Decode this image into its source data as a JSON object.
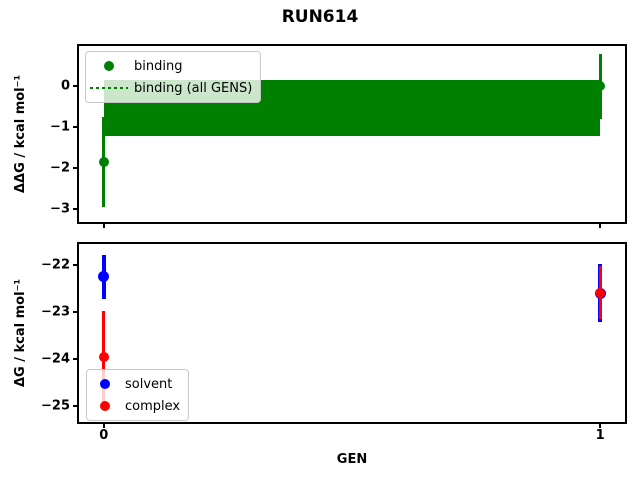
{
  "figure": {
    "title": "RUN614",
    "xlabel": "GEN",
    "background": "#ffffff"
  },
  "chart_data": [
    {
      "type": "scatter",
      "panel": "ddg-binding",
      "ylabel": "ΔΔG / kcal mol⁻¹",
      "xlim": [
        -0.05,
        1.05
      ],
      "ylim": [
        -3.33,
        0.99
      ],
      "grid": false,
      "xticks": {
        "values": [
          0,
          1
        ],
        "labels": [
          "0",
          "1"
        ],
        "show_labels": false
      },
      "yticks": {
        "values": [
          0,
          -1,
          -2,
          -3
        ],
        "labels": [
          "0",
          "−1",
          "−2",
          "−3"
        ]
      },
      "series": [
        {
          "name": "binding",
          "color": "#008000",
          "marker": "circle",
          "marker_size": 10,
          "line_width": 3,
          "x": [
            0,
            1
          ],
          "y": [
            -1.85,
            0.0
          ],
          "err_lo": [
            -2.95,
            -0.8
          ],
          "err_hi": [
            -0.75,
            0.8
          ]
        }
      ],
      "band": {
        "name": "binding (all GENS)",
        "color": "#008000",
        "x_range": [
          0,
          1
        ],
        "y_lo": -1.21,
        "y_hi": 0.16,
        "center": -0.53,
        "center_linestyle": "dotted"
      },
      "legend": {
        "position": "upper-left",
        "items": [
          {
            "label": "binding",
            "marker": "dot",
            "color": "#008000"
          },
          {
            "label": "binding (all GENS)",
            "marker": "dotted-line",
            "color": "#008000"
          }
        ]
      }
    },
    {
      "type": "scatter",
      "panel": "dg",
      "ylabel": "ΔG / kcal mol⁻¹",
      "xlim": [
        -0.05,
        1.05
      ],
      "ylim": [
        -25.35,
        -21.55
      ],
      "grid": false,
      "xticks": {
        "values": [
          0,
          1
        ],
        "labels": [
          "0",
          "1"
        ],
        "show_labels": true
      },
      "yticks": {
        "values": [
          -22,
          -23,
          -24,
          -25
        ],
        "labels": [
          "−22",
          "−23",
          "−24",
          "−25"
        ]
      },
      "series": [
        {
          "name": "solvent",
          "color": "#0000ff",
          "marker": "circle",
          "marker_size": 11,
          "line_width": 4,
          "x": [
            0,
            1
          ],
          "y": [
            -22.25,
            -22.6
          ],
          "err_lo": [
            -22.72,
            -23.21
          ],
          "err_hi": [
            -21.78,
            -21.97
          ]
        },
        {
          "name": "complex",
          "color": "#ff0000",
          "marker": "circle",
          "marker_size": 10,
          "line_width": 3,
          "x": [
            0,
            1
          ],
          "y": [
            -23.97,
            -22.6
          ],
          "err_lo": [
            -25.1,
            -23.16
          ],
          "err_hi": [
            -22.97,
            -22.02
          ]
        }
      ],
      "legend": {
        "position": "lower-left",
        "items": [
          {
            "label": "solvent",
            "marker": "dot",
            "color": "#0000ff"
          },
          {
            "label": "complex",
            "marker": "dot",
            "color": "#ff0000"
          }
        ]
      }
    }
  ]
}
